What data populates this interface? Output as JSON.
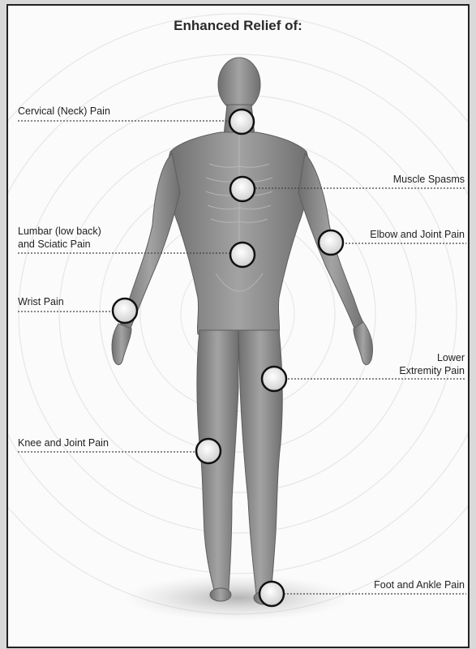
{
  "title": "Enhanced Relief of:",
  "labels": {
    "cervical": "Cervical (Neck) Pain",
    "muscle": "Muscle Spasms",
    "lumbar_1": "Lumbar (low back)",
    "lumbar_2": "and Sciatic Pain",
    "elbow": "Elbow and Joint Pain",
    "wrist": "Wrist Pain",
    "lower_1": "Lower",
    "lower_2": "Extremity Pain",
    "knee": "Knee and Joint Pain",
    "foot": "Foot and Ankle Pain"
  },
  "colors": {
    "frame": "#222222",
    "body": "#8a8a8a",
    "marker": "#111111"
  }
}
